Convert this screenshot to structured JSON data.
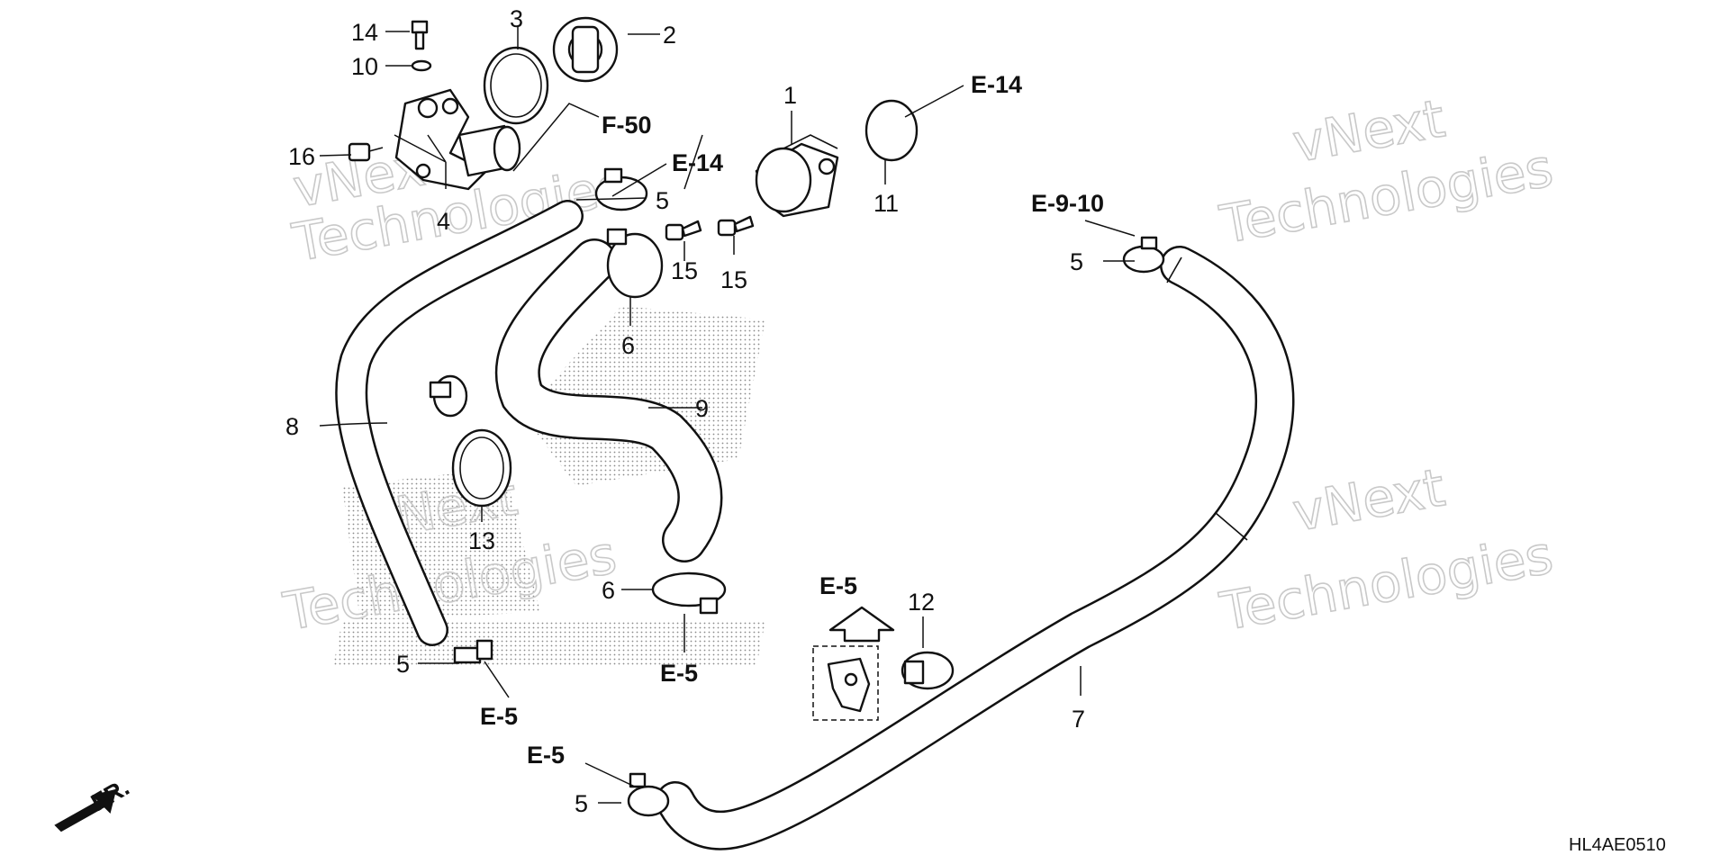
{
  "diagram": {
    "part_code": "HL4AE0510",
    "front_label": "FR.",
    "watermark": {
      "line1": "vNext",
      "line2": "Technologies"
    },
    "refs": {
      "f50": "F-50",
      "e14_top": "E-14",
      "e14_mid": "E-14",
      "e910": "E-9-10",
      "e5_box": "E-5",
      "e5_clamp6": "E-5",
      "e5_hose8": "E-5",
      "e5_hose7": "E-5"
    },
    "callouts": {
      "c1": "1",
      "c2": "2",
      "c3": "3",
      "c4": "4",
      "c5a": "5",
      "c5b": "5",
      "c5c": "5",
      "c5d": "5",
      "c6a": "6",
      "c6b": "6",
      "c7": "7",
      "c8": "8",
      "c9": "9",
      "c10": "10",
      "c11": "11",
      "c12": "12",
      "c13": "13",
      "c14": "14",
      "c15a": "15",
      "c15b": "15",
      "c16": "16"
    }
  }
}
